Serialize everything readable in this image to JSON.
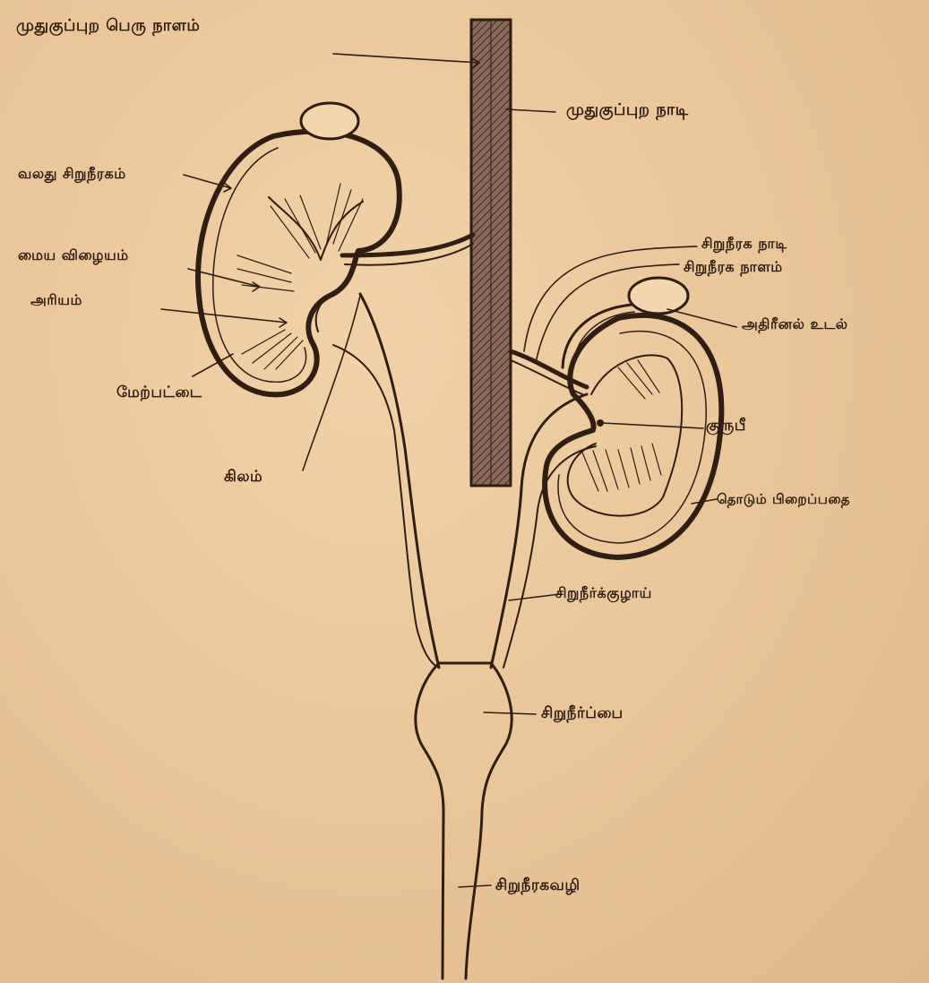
{
  "labels": {
    "aorta": "முதுகுப்புற பெரு நாளம்",
    "dorsal_aorta_vessel": "முதுகுப்புற நாடி",
    "right_kidney": "வலது சிறுநீரகம்",
    "medulla": "மைய விழையம்",
    "cortex": "அரியம்",
    "capsule": "மேற்பட்டை",
    "pelvis": "கிலம்",
    "renal_artery": "சிறுநீரக நாடி",
    "renal_vein": "சிறுநீரக நாளம்",
    "adrenal": "அதிரீனல் உடல்",
    "papilla": "குருபீ",
    "fibrous_membrane": "தொடும் பிறைப்பதை",
    "ureter": "சிறுநீர்க்குழாய்",
    "bladder": "சிறுநீர்ப்பை",
    "urethra": "சிறுநீரகவழி"
  },
  "colors": {
    "paper": "#ecc99c",
    "ink": "#2e1e14",
    "shade": "#6b4a3a"
  }
}
